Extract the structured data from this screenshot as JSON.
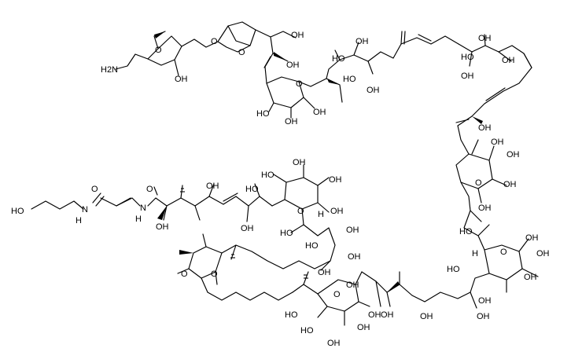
{
  "molecule": {
    "atom_labels": [
      {
        "id": "h2n",
        "text": "H2N"
      },
      {
        "id": "oh_thf",
        "text": "OH"
      },
      {
        "id": "o_thf",
        "text": "O"
      },
      {
        "id": "o_bic1",
        "text": "O"
      },
      {
        "id": "o_bic2",
        "text": "O"
      },
      {
        "id": "oh_top1",
        "text": "OH"
      },
      {
        "id": "oh_top2",
        "text": "OH"
      },
      {
        "id": "o_pyr1",
        "text": "O"
      },
      {
        "id": "ho_pyr1a",
        "text": "HO"
      },
      {
        "id": "oh_pyr1b",
        "text": "OH"
      },
      {
        "id": "oh_pyr1c",
        "text": "OH"
      },
      {
        "id": "ho_mid1",
        "text": "HO"
      },
      {
        "id": "oh_mid2",
        "text": "OH"
      },
      {
        "id": "ho_mid3",
        "text": "HO"
      },
      {
        "id": "oh_mid4",
        "text": "OH"
      },
      {
        "id": "oh_r1",
        "text": "OH"
      },
      {
        "id": "ho_r2",
        "text": "HO"
      },
      {
        "id": "oh_r3",
        "text": "OH"
      },
      {
        "id": "oh_r4",
        "text": "OH"
      },
      {
        "id": "oh_r5",
        "text": "OH"
      },
      {
        "id": "o_pyr2",
        "text": "O"
      },
      {
        "id": "oh_pyr2a",
        "text": "OH"
      },
      {
        "id": "oh_pyr2b",
        "text": "OH"
      },
      {
        "id": "oh_pyr2c",
        "text": "OH"
      },
      {
        "id": "oh_link1",
        "text": "OH"
      },
      {
        "id": "ho_link2",
        "text": "HO"
      },
      {
        "id": "o_pyr3",
        "text": "O"
      },
      {
        "id": "oh_pyr3a",
        "text": "OH"
      },
      {
        "id": "oh_pyr3b",
        "text": "OH"
      },
      {
        "id": "oh_pyr3c",
        "text": "OH"
      },
      {
        "id": "ho_pyr3d",
        "text": "HO"
      },
      {
        "id": "oh_pyr3e",
        "text": "OH"
      },
      {
        "id": "h_pyr3",
        "text": "H"
      },
      {
        "id": "ho_left",
        "text": "HO"
      },
      {
        "id": "o_amide1",
        "text": "O"
      },
      {
        "id": "nh1",
        "text": "N"
      },
      {
        "id": "h_nh1",
        "text": "H"
      },
      {
        "id": "o_amide2",
        "text": "O"
      },
      {
        "id": "nh2",
        "text": "N"
      },
      {
        "id": "h_nh2",
        "text": "H"
      },
      {
        "id": "oh_c1",
        "text": "OH"
      },
      {
        "id": "oh_c2",
        "text": "OH"
      },
      {
        "id": "oh_c3",
        "text": "OH"
      },
      {
        "id": "ho_c4",
        "text": "HO"
      },
      {
        "id": "o_pyr4",
        "text": "O"
      },
      {
        "id": "ho_pyr4a",
        "text": "HO"
      },
      {
        "id": "oh_pyr4b",
        "text": "OH"
      },
      {
        "id": "oh_pyr4c",
        "text": "OH"
      },
      {
        "id": "h_pyr4",
        "text": "H"
      },
      {
        "id": "oh_chain1",
        "text": "OH"
      },
      {
        "id": "ho_chain2",
        "text": "HO"
      },
      {
        "id": "ho_chain3",
        "text": "HO"
      },
      {
        "id": "oh_chain4",
        "text": "OH"
      },
      {
        "id": "oh_chain5",
        "text": "OH"
      },
      {
        "id": "o_bic_low1",
        "text": "O"
      },
      {
        "id": "o_bic_low2",
        "text": "O"
      },
      {
        "id": "oh_low1",
        "text": "OH"
      },
      {
        "id": "o_pyr5",
        "text": "O"
      },
      {
        "id": "oh_pyr5top",
        "text": "OH"
      },
      {
        "id": "ho_low2",
        "text": "HO"
      },
      {
        "id": "ho_pyr5a",
        "text": "HO"
      },
      {
        "id": "oh_pyr5b",
        "text": "OH"
      },
      {
        "id": "oh_pyr5c",
        "text": "OH"
      },
      {
        "id": "oh_pyr5d",
        "text": "OH"
      },
      {
        "id": "oh_low3",
        "text": "OH"
      },
      {
        "id": "oh_low4",
        "text": "OH"
      },
      {
        "id": "oh_low5",
        "text": "OH"
      }
    ]
  }
}
